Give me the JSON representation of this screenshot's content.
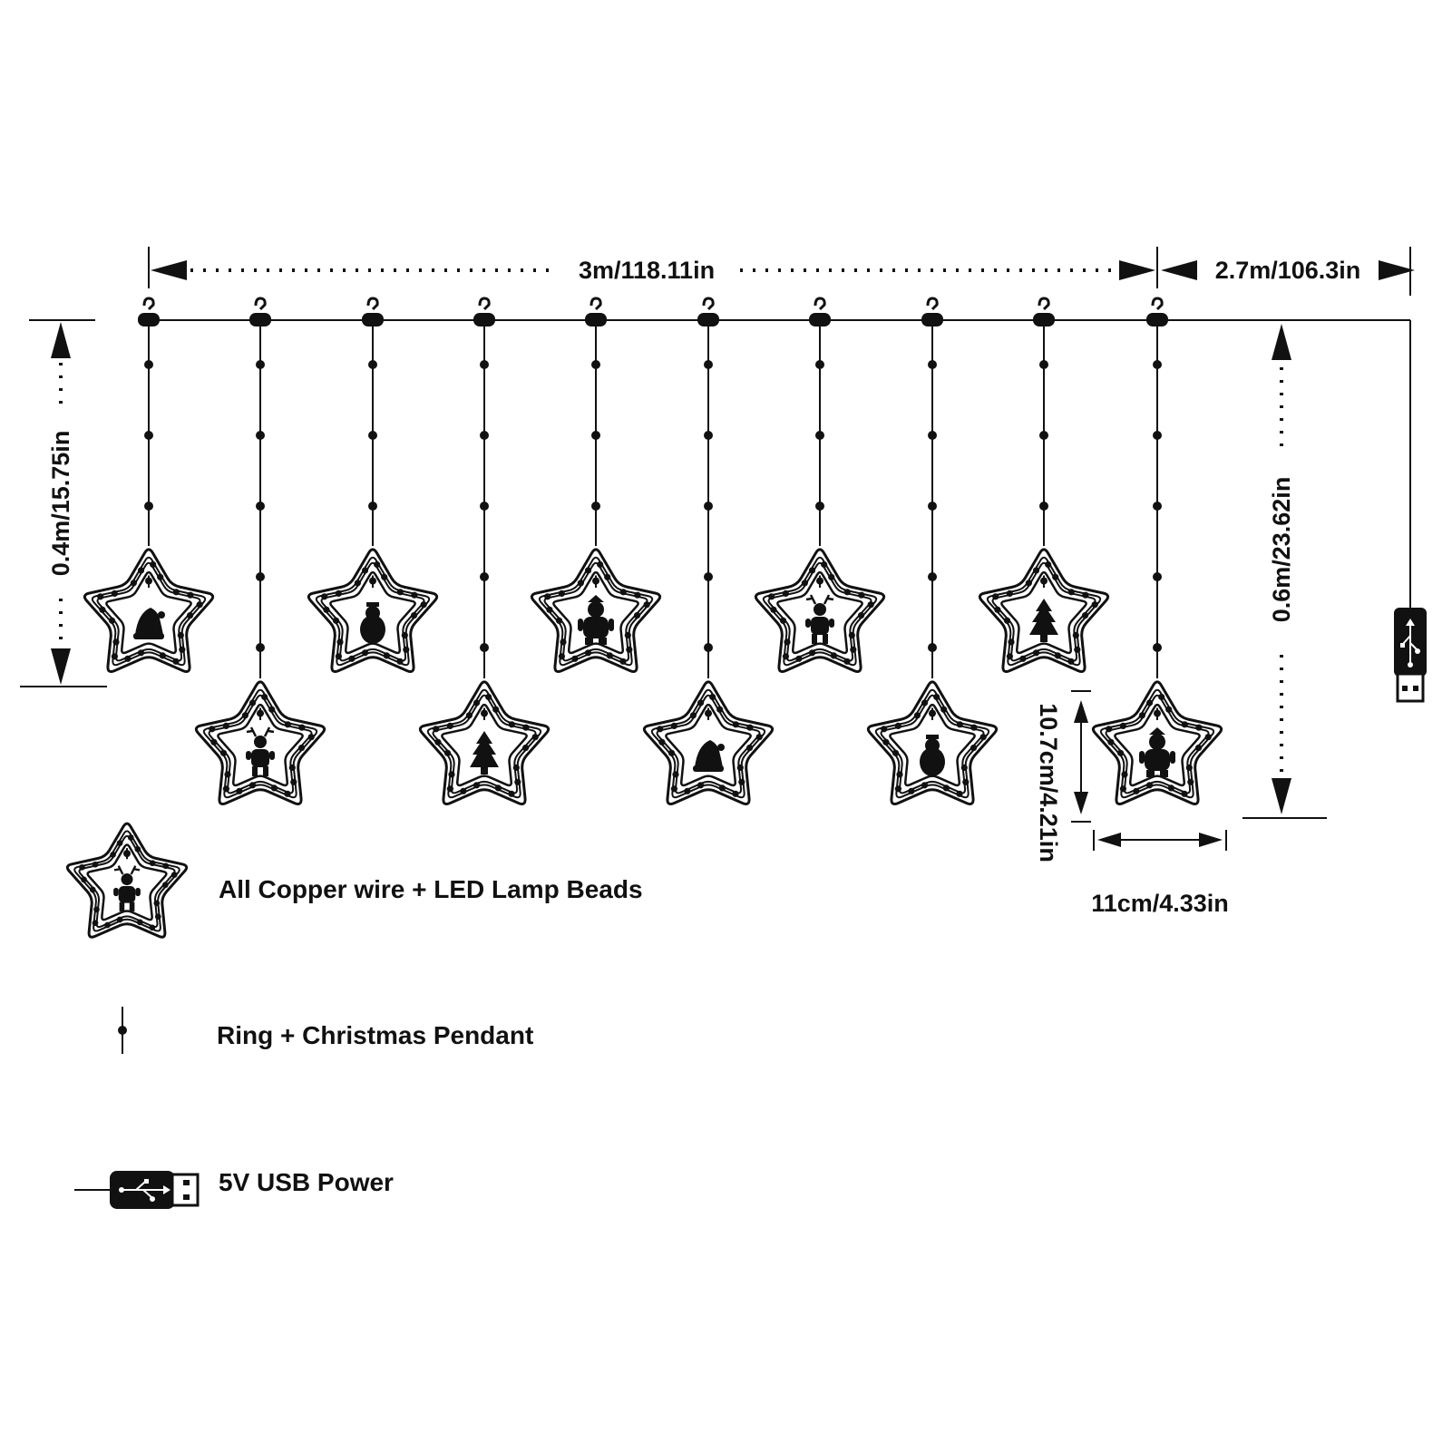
{
  "dimensions": {
    "total_width": "3m/118.11in",
    "lead_length": "2.7m/106.3in",
    "short_drop": "0.4m/15.75in",
    "long_drop": "0.6m/23.62in",
    "star_height": "10.7cm/4.21in",
    "star_width": "11cm/4.33in"
  },
  "legend": {
    "star_light": "All Copper wire + LED Lamp Beads",
    "pendant": "Ring + Christmas Pendant",
    "usb": "5V USB Power"
  },
  "strands": [
    {
      "level": "upper",
      "figure": "santa-hat-icon"
    },
    {
      "level": "lower",
      "figure": "reindeer-icon"
    },
    {
      "level": "upper",
      "figure": "snowman-icon"
    },
    {
      "level": "lower",
      "figure": "christmas-tree-icon"
    },
    {
      "level": "upper",
      "figure": "santa-claus-icon"
    },
    {
      "level": "lower",
      "figure": "santa-hat-icon"
    },
    {
      "level": "upper",
      "figure": "reindeer-icon"
    },
    {
      "level": "lower",
      "figure": "snowman-icon"
    },
    {
      "level": "upper",
      "figure": "christmas-tree-icon"
    },
    {
      "level": "lower",
      "figure": "santa-claus-icon"
    }
  ],
  "legend_star_figure": "reindeer-icon",
  "colors": {
    "line": "#111111",
    "background": "#ffffff"
  }
}
